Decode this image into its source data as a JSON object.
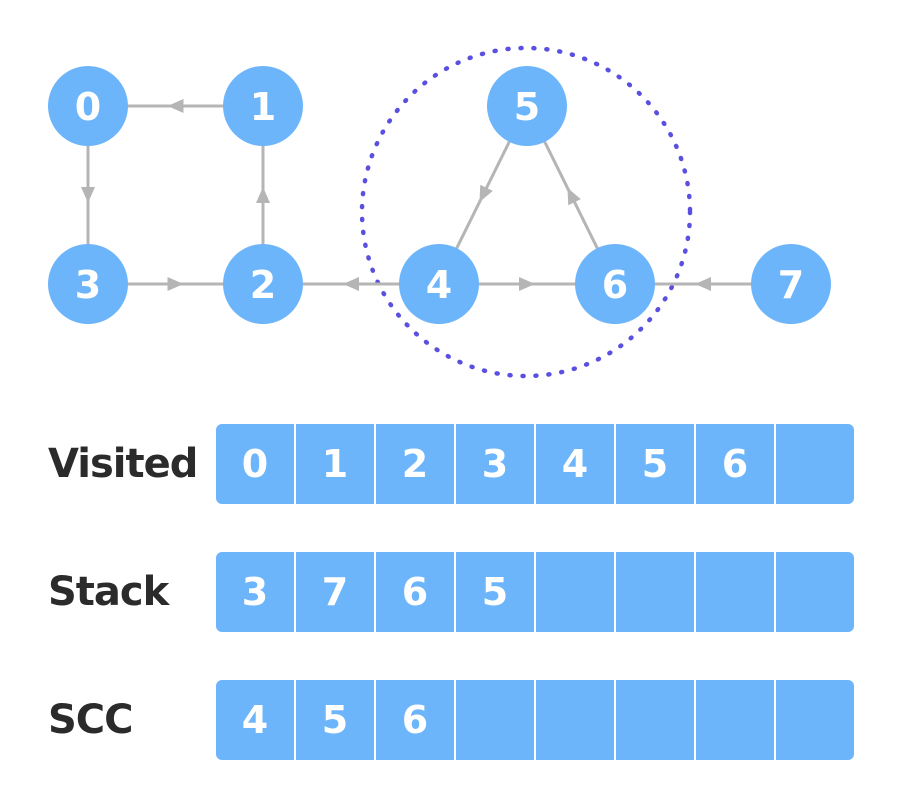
{
  "graph": {
    "nodes": [
      {
        "id": "0",
        "label": "0"
      },
      {
        "id": "1",
        "label": "1"
      },
      {
        "id": "2",
        "label": "2"
      },
      {
        "id": "3",
        "label": "3"
      },
      {
        "id": "4",
        "label": "4"
      },
      {
        "id": "5",
        "label": "5"
      },
      {
        "id": "6",
        "label": "6"
      },
      {
        "id": "7",
        "label": "7"
      }
    ],
    "edges": [
      {
        "from": "1",
        "to": "0"
      },
      {
        "from": "0",
        "to": "3"
      },
      {
        "from": "3",
        "to": "2"
      },
      {
        "from": "2",
        "to": "1"
      },
      {
        "from": "4",
        "to": "2"
      },
      {
        "from": "4",
        "to": "6"
      },
      {
        "from": "6",
        "to": "5"
      },
      {
        "from": "5",
        "to": "4"
      },
      {
        "from": "7",
        "to": "6"
      }
    ],
    "highlighted_component": [
      "4",
      "5",
      "6"
    ],
    "colors": {
      "node": "#6cb5fa",
      "edge": "#b5b5b5",
      "highlight": "#5a50e0"
    }
  },
  "tables": {
    "visited": {
      "label": "Visited",
      "cells": [
        "0",
        "1",
        "2",
        "3",
        "4",
        "5",
        "6",
        ""
      ]
    },
    "stack": {
      "label": "Stack",
      "cells": [
        "3",
        "7",
        "6",
        "5",
        "",
        "",
        "",
        ""
      ]
    },
    "scc": {
      "label": "SCC",
      "cells": [
        "4",
        "5",
        "6",
        "",
        "",
        "",
        "",
        ""
      ]
    }
  }
}
